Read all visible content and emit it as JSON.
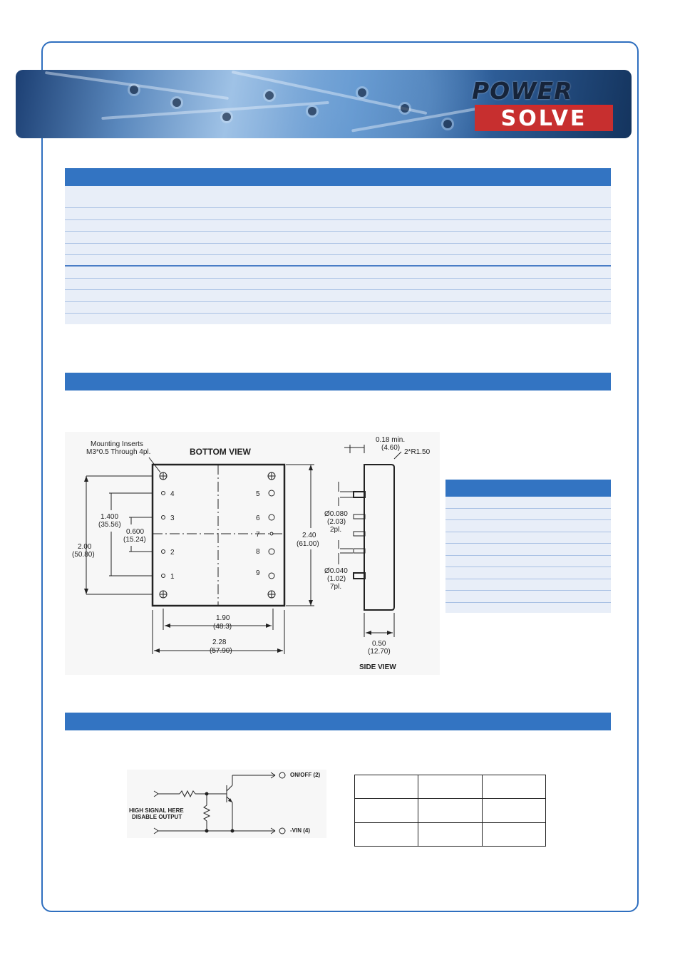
{
  "brand": {
    "logo_top": "POWER",
    "logo_bottom": "SOLVE",
    "accent_color": "#3374c2",
    "logo_red": "#c72f2f"
  },
  "sections": {
    "specifications": {
      "title": ""
    },
    "mechanical": {
      "title": ""
    },
    "remote_control": {
      "title": ""
    }
  },
  "drawing": {
    "mounting_label_1": "Mounting Inserts",
    "mounting_label_2": "M3*0.5 Through 4pl.",
    "bottom_view": "BOTTOM VIEW",
    "side_view": "SIDE VIEW",
    "pins_left": [
      "4",
      "3",
      "2",
      "1"
    ],
    "pins_right": [
      "5",
      "6",
      "7",
      "8",
      "9"
    ],
    "dim_1400": "1.400",
    "dim_1400_mm": "(35.56)",
    "dim_0600": "0.600",
    "dim_0600_mm": "(15.24)",
    "dim_200": "2.00",
    "dim_200_mm": "(50.80)",
    "dim_240": "2.40",
    "dim_240_mm": "(61.00)",
    "dim_190": "1.90",
    "dim_190_mm": "(48.3)",
    "dim_228": "2.28",
    "dim_228_mm": "(57.90)",
    "dim_018": "0.18 min.",
    "dim_018_mm": "(4.60)",
    "radius": "2*R1.50",
    "dia_080": "Ø0.080",
    "dia_080_mm": "(2.03)",
    "dia_080_count": "2pl.",
    "dia_040": "Ø0.040",
    "dia_040_mm": "(1.02)",
    "dia_040_count": "7pl.",
    "dim_050": "0.50",
    "dim_050_mm": "(12.70)"
  },
  "schematic": {
    "on_off": "ON/OFF (2)",
    "vin": "-VIN (4)",
    "note_1": "HIGH SIGNAL HERE",
    "note_2": "DISABLE OUTPUT"
  }
}
